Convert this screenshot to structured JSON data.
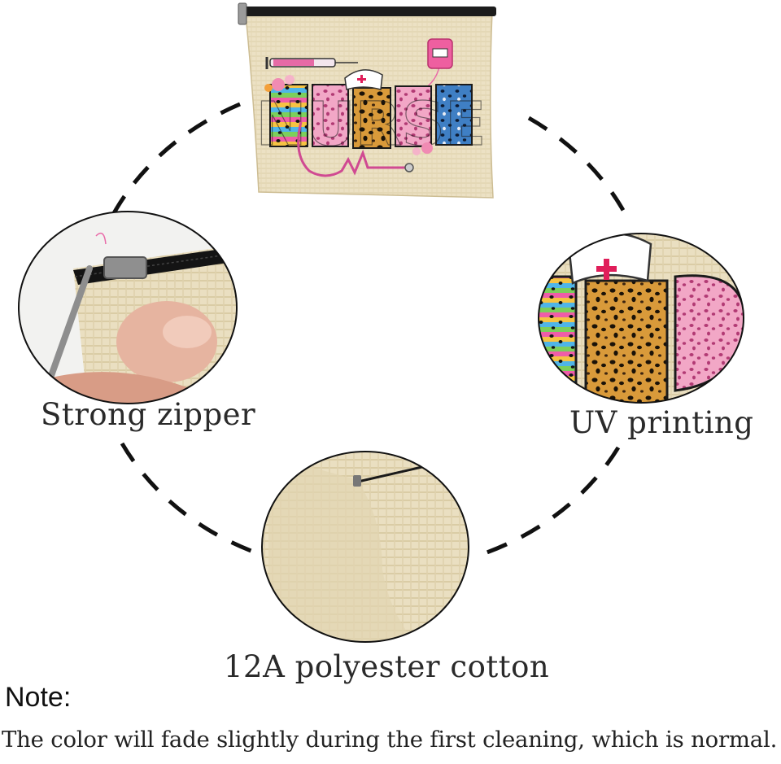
{
  "product": {
    "bag_text": "NURSE"
  },
  "features": {
    "zipper_label": "Strong zipper",
    "uv_label": "UV printing",
    "material_label": "12A polyester cotton"
  },
  "note": {
    "title": "Note:",
    "text": "The color will fade slightly during the first cleaning, which is normal."
  },
  "colors": {
    "linen": "#ece1c4",
    "linen_dark": "#d8c9a3",
    "zipper": "#1c1c1c",
    "leopard": "#c98a2e",
    "pink": "#e96aa8",
    "nurse_cross": "#e01e5a",
    "dash": "#111111"
  },
  "icons": {
    "syringe": "syringe-icon",
    "stethoscope": "stethoscope-icon",
    "nurse_cap": "nurse-cap-icon",
    "id_badge": "id-badge-icon"
  }
}
